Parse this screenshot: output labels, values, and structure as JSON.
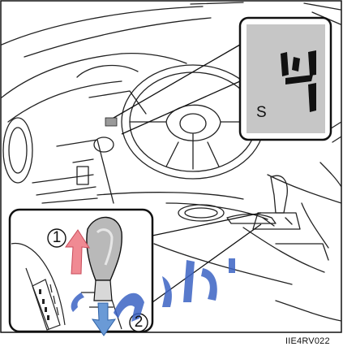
{
  "figure": {
    "gear_indicator": {
      "mode_letter": "S",
      "gear_number": "4"
    },
    "callouts": [
      "1",
      "2"
    ],
    "image_code": "IIE4RV022",
    "colors": {
      "display_background": "#c8c8c8",
      "arrow_up": "#f08a93",
      "arrow_down": "#6a9ad6",
      "frame_border": "#111111",
      "watermark": "#3b63c4"
    },
    "icons": {
      "shift_up_arrow": "arrow-up-icon",
      "shift_down_arrow": "arrow-down-icon"
    }
  }
}
